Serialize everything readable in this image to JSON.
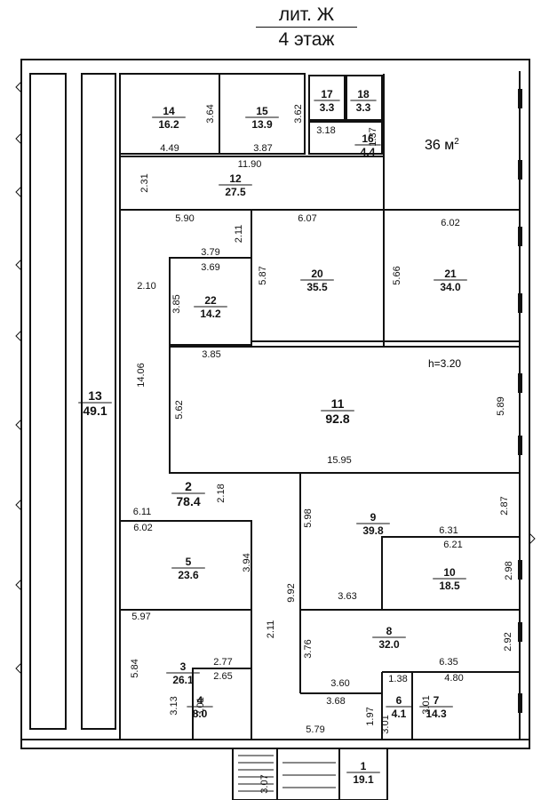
{
  "header": {
    "title": "лит. Ж",
    "subtitle": "4 этаж"
  },
  "notes": {
    "area": "36 м",
    "area_sup": "2",
    "height": "h=3.20"
  },
  "rooms": [
    {
      "number": "1",
      "area": "19.1"
    },
    {
      "number": "2",
      "area": "78.4"
    },
    {
      "number": "3",
      "area": "26.1"
    },
    {
      "number": "4",
      "area": "8.0"
    },
    {
      "number": "5",
      "area": "23.6"
    },
    {
      "number": "6",
      "area": "4.1"
    },
    {
      "number": "7",
      "area": "14.3"
    },
    {
      "number": "8",
      "area": "32.0"
    },
    {
      "number": "9",
      "area": "39.8"
    },
    {
      "number": "10",
      "area": "18.5"
    },
    {
      "number": "11",
      "area": "92.8"
    },
    {
      "number": "12",
      "area": "27.5"
    },
    {
      "number": "13",
      "area": "49.1"
    },
    {
      "number": "14",
      "area": "16.2"
    },
    {
      "number": "15",
      "area": "13.9"
    },
    {
      "number": "16",
      "area": "4.4"
    },
    {
      "number": "17",
      "area": "3.3"
    },
    {
      "number": "18",
      "area": "3.3"
    },
    {
      "number": "20",
      "area": "35.5"
    },
    {
      "number": "21",
      "area": "34.0"
    },
    {
      "number": "22",
      "area": "14.2"
    }
  ],
  "dimensions": [
    "3.64",
    "4.49",
    "3.62",
    "3.87",
    "3.18",
    "1.37",
    "11.90",
    "2.31",
    "5.90",
    "2.11",
    "6.07",
    "6.02",
    "3.79",
    "3.69",
    "5.87",
    "5.66",
    "2.10",
    "3.85",
    "3.85",
    "14.06",
    "5.62",
    "5.89",
    "15.95",
    "2.18",
    "2.87",
    "6.11",
    "5.98",
    "6.02",
    "6.31",
    "6.21",
    "3.94",
    "9.92",
    "2.98",
    "3.63",
    "5.97",
    "2.11",
    "3.76",
    "2.92",
    "2.77",
    "6.35",
    "5.84",
    "2.65",
    "3.60",
    "4.80",
    "1.38",
    "3.13",
    "3.01",
    "3.68",
    "3.01",
    "5.79",
    "1.97",
    "3.01",
    "3.07"
  ]
}
